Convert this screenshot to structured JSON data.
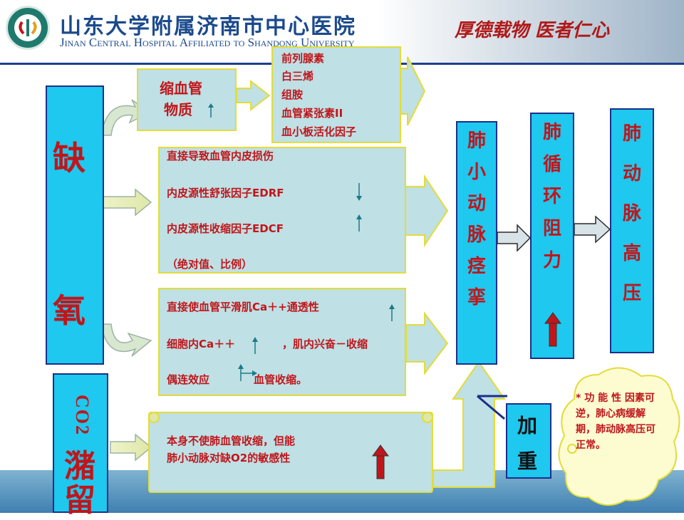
{
  "header": {
    "hospital_cn": "山东大学附属济南市中心医院",
    "hospital_en": "Jinan Central Hospital Affiliated to Shandong University",
    "motto": "厚德载物 医者仁心"
  },
  "hypoxia_label": [
    "缺",
    "氧"
  ],
  "co2_label": {
    "formula": "CO2",
    "word": [
      "潴",
      "留"
    ]
  },
  "vasoconstrictor": {
    "title_line1": "缩血管",
    "title_line2": "物质"
  },
  "substances": [
    "前列腺素",
    "白三烯",
    "组胺",
    "血管紧张素II",
    "血小板活化因子"
  ],
  "endothelium": {
    "line1": "直接导致血管内皮损伤",
    "line2": "内皮源性舒张因子EDRF",
    "line3": "内皮源性收缩因子EDCF",
    "line4": "（绝对值、比例）"
  },
  "smooth_muscle": {
    "line1": "直接使血管平滑肌Ca＋+通透性",
    "line2a": "细胞内Ca＋＋",
    "line2b": "，肌内兴奋－收缩",
    "line3a": "偶连效应",
    "line3b": "血管收缩。"
  },
  "co2_effect": {
    "line1": "本身不使肺血管收缩，但能",
    "line2": "肺小动脉对缺O2的敏感性"
  },
  "spasm": [
    "肺",
    "小",
    "动",
    "脉",
    "痉",
    "挛"
  ],
  "resistance": [
    "肺",
    "循",
    "环",
    "阻",
    "力"
  ],
  "hypertension": [
    "肺",
    "动",
    "脉",
    "高",
    "压"
  ],
  "aggravate": [
    "加",
    "重"
  ],
  "note": "* 功 能 性 因素可逆，肺心病缓解期，肺动脉高压可正常。",
  "colors": {
    "cyan": "#1ec8ee",
    "pale": "#bfe0e4",
    "red": "#c0161b",
    "navy": "#1a2f8a",
    "yellow_border": "#e2dc3a"
  }
}
